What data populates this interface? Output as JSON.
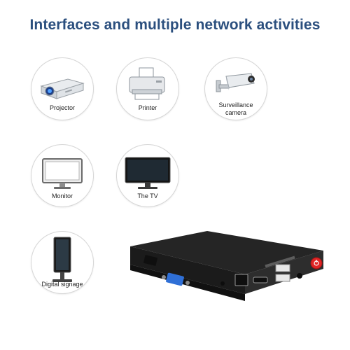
{
  "headline": "Interfaces and multiple network activities",
  "devices": [
    {
      "label": "Projector",
      "icon": "projector-icon"
    },
    {
      "label": "Printer",
      "icon": "printer-icon"
    },
    {
      "label": "Surveillance camera",
      "line1": "Surveillance",
      "line2": "camera",
      "icon": "security-camera-icon"
    },
    {
      "label": "Monitor",
      "icon": "monitor-icon"
    },
    {
      "label": "The TV",
      "icon": "tv-icon"
    },
    {
      "label": "Digital signage",
      "icon": "digital-signage-icon"
    }
  ],
  "colors": {
    "headline": "#2b4f7e",
    "circle_border": "#d6d6d6",
    "device_body": "#2a2a2a",
    "vga_port": "#2f6fd6",
    "power_button": "#e02424"
  }
}
